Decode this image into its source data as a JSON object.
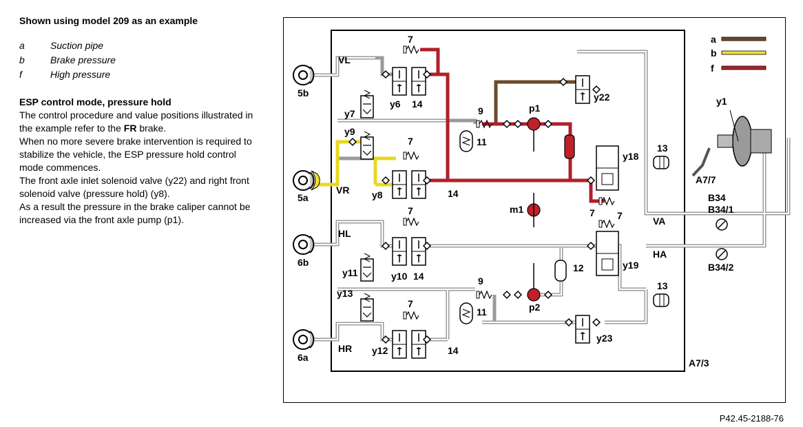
{
  "heading": "Shown using model 209 as an example",
  "legend": [
    {
      "key": "a",
      "desc": "Suction pipe",
      "color": "#6b4a2b"
    },
    {
      "key": "b",
      "desc": "Brake pressure",
      "color": "#f0e030"
    },
    {
      "key": "f",
      "desc": "High pressure",
      "color": "#b0202a"
    }
  ],
  "section_title": "ESP control mode, pressure hold",
  "para1_before": "The control procedure and value positions illustrated in the example refer to the ",
  "para1_bold": "FR",
  "para1_after": " brake.",
  "para2": "When no more severe brake intervention is required to stabilize the vehicle, the ESP pressure hold control mode commences.",
  "para3": "The front axle inlet solenoid valve (y22) and right front solenoid valve (pressure hold) (y8).",
  "para4": "As a result the pressure in the brake caliper cannot be increased via the front axle pump (p1).",
  "figure_id": "P42.45-2188-76",
  "diagram_labels": {
    "VL": "VL",
    "VR": "VR",
    "HL": "HL",
    "HR": "HR",
    "5b": "5b",
    "5a": "5a",
    "6b": "6b",
    "6a": "6a",
    "y7": "y7",
    "y9": "y9",
    "y6": "y6",
    "y8": "y8",
    "y11": "y11",
    "y10": "y10",
    "y13": "y13",
    "y12": "y12",
    "y22": "y22",
    "y18": "y18",
    "y19": "y19",
    "y23": "y23",
    "y1": "y1",
    "p1": "p1",
    "p2": "p2",
    "m1": "m1",
    "n7a": "7",
    "n7b": "7",
    "n7c": "7",
    "n7d": "7",
    "n7e": "7",
    "n7f": "7",
    "n9a": "9",
    "n9b": "9",
    "n11a": "11",
    "n11b": "11",
    "n12": "12",
    "n13a": "13",
    "n13b": "13",
    "n14a": "14",
    "n14b": "14",
    "n14c": "14",
    "n14d": "14",
    "VA": "VA",
    "HA": "HA",
    "B34": "B34",
    "B34_1": "B34/1",
    "B34_2": "B34/2",
    "A7_7": "A7/7",
    "A7_3": "A7/3",
    "key_a": "a",
    "key_b": "b",
    "key_f": "f"
  }
}
